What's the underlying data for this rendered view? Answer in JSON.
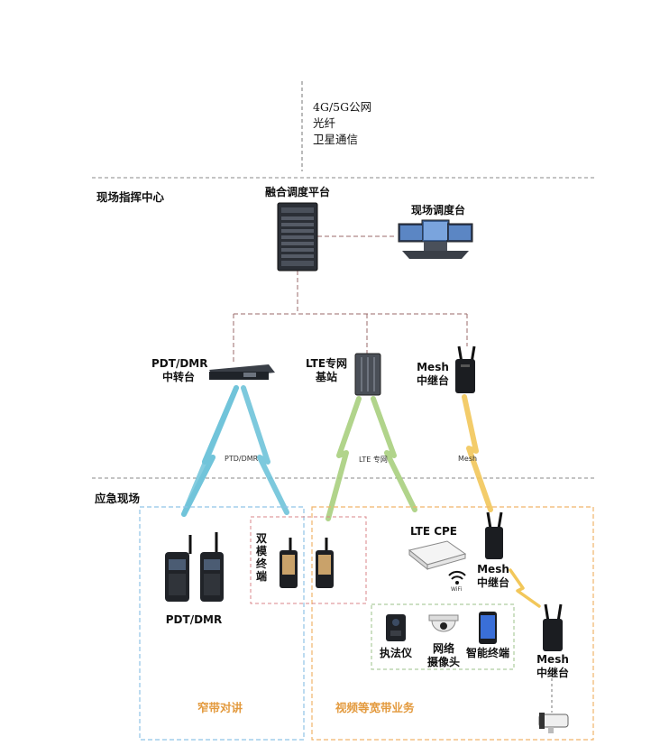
{
  "wan_links": [
    "4G/5G公网",
    "光纤",
    "卫星通信"
  ],
  "sections": {
    "command_center": "现场指挥中心",
    "emergency_site": "应急现场"
  },
  "devices": {
    "fusion_platform": "融合调度平台",
    "dispatch_console": "现场调度台",
    "pdt_repeater": [
      "PDT/DMR",
      "中转台"
    ],
    "lte_station": [
      "LTE专网",
      "基站"
    ],
    "mesh_relay_top": [
      "Mesh",
      "中继台"
    ],
    "dual_mode_terminal": "双模终端",
    "pdt_handsets": "PDT/DMR",
    "lte_cpe": "LTE CPE",
    "wifi": "WiFi",
    "mesh_relay_mid": [
      "Mesh",
      "中继台"
    ],
    "mesh_relay_low": [
      "Mesh",
      "中继台"
    ],
    "law_recorder": "执法仪",
    "network_camera": [
      "网络",
      "摄像头"
    ],
    "smart_terminal": "智能终端"
  },
  "link_labels": {
    "pdt": "PTD/DMR",
    "lte": "LTE 专网",
    "mesh": "Mesh"
  },
  "zones": {
    "narrowband": "窄带对讲",
    "broadband": "视频等宽带业务"
  },
  "colors": {
    "pdt_beam": "#6fc3d9",
    "lte_beam": "#a9cf7e",
    "mesh_beam": "#f2c75a",
    "narrowband_border": "#8fc3e6",
    "broadband_border": "#f0b56a",
    "dual_mode_border": "#d9868a",
    "terminal_border": "#9bc28a",
    "section_divider": "#888888",
    "link_line": "#9a6a6a",
    "zone_text": "#e39a3e"
  }
}
